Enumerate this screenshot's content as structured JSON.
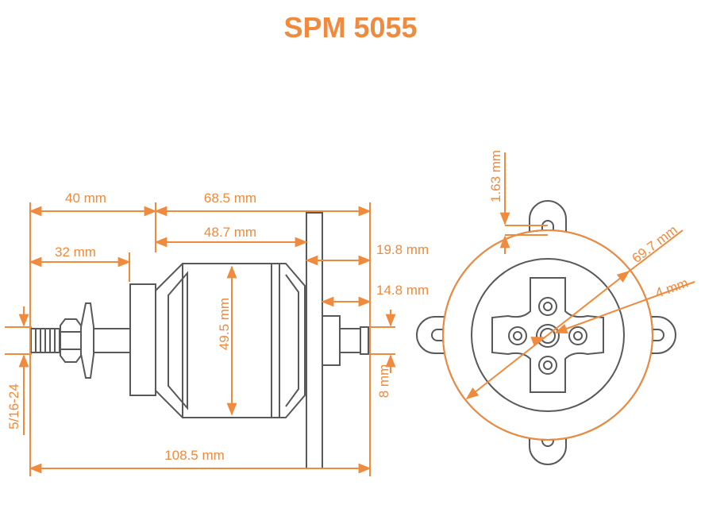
{
  "title": "SPM 5055",
  "colors": {
    "accent": "#f08a3c",
    "outline": "#58595b",
    "background": "#ffffff"
  },
  "dimensions": {
    "d40": "40 mm",
    "d68_5": "68.5 mm",
    "d48_7": "48.7 mm",
    "d32": "32 mm",
    "d19_8": "19.8 mm",
    "d14_8": "14.8 mm",
    "d49_5": "49.5 mm",
    "d8": "8 mm",
    "thread": "5/16-24",
    "d108_5": "108.5 mm",
    "d1_63": "1.63 mm",
    "d69_7": "69.7 mm",
    "d4": "4 mm"
  }
}
